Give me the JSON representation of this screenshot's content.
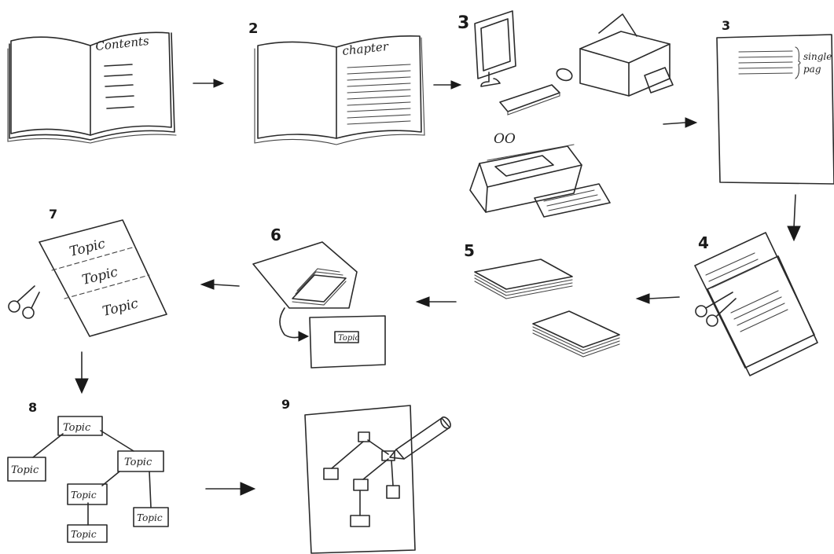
{
  "steps": {
    "s1": {
      "label": "Contents"
    },
    "s2": {
      "number": "2",
      "label": "chapter"
    },
    "s3a": {
      "number": "3",
      "scan_marks": "OO"
    },
    "s3b": {
      "number": "3",
      "note_line1": "single",
      "note_line2": "pag"
    },
    "s4": {
      "number": "4"
    },
    "s5": {
      "number": "5"
    },
    "s6": {
      "number": "6",
      "card_label": "Topic"
    },
    "s7": {
      "number": "7",
      "topics": [
        "Topic",
        "Topic",
        "Topic"
      ]
    },
    "s8": {
      "number": "8",
      "nodes": [
        "Topic",
        "Topic",
        "Topic",
        "Topic",
        "Topic",
        "Topic"
      ]
    },
    "s9": {
      "number": "9"
    }
  }
}
